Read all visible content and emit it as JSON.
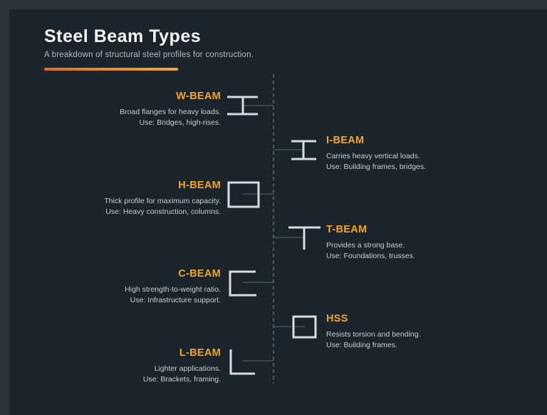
{
  "header": {
    "title": "Steel Beam Types",
    "subtitle": "A breakdown of structural steel profiles for construction."
  },
  "colors": {
    "outer_bg": "#2B333B",
    "panel_bg": "#1B232B",
    "accent": "#F1A622",
    "accent_bar_start": "#DD6F1D",
    "accent_bar_end": "#F6AB2E",
    "title_text": "#F3F5F7",
    "subtitle_text": "#B3BAC1",
    "body_text": "#C7CED4",
    "icon_stroke": "#D7DCE1",
    "connector_stroke": "#44535A",
    "spine_stroke": "#4D565E"
  },
  "diagram": {
    "spine_style": "vertical-dashed-timeline",
    "items": [
      {
        "label": "W-BEAM",
        "desc": "Broad flanges for heavy loads.",
        "use": "Use: Bridges, high-rises.",
        "side": "left",
        "icon": "w-beam-icon"
      },
      {
        "label": "I-BEAM",
        "desc": "Carries heavy vertical loads.",
        "use": "Use: Building frames, bridges.",
        "side": "right",
        "icon": "i-beam-icon"
      },
      {
        "label": "H-BEAM",
        "desc": "Thick profile for maximum capacity.",
        "use": "Use: Heavy construction, columns.",
        "side": "left",
        "icon": "h-beam-icon"
      },
      {
        "label": "T-BEAM",
        "desc": "Provides a strong base.",
        "use": "Use: Foundations, trusses.",
        "side": "right",
        "icon": "t-beam-icon"
      },
      {
        "label": "C-BEAM",
        "desc": "High strength-to-weight ratio.",
        "use": "Use: Infrastructure support.",
        "side": "left",
        "icon": "c-beam-icon"
      },
      {
        "label": "HSS",
        "desc": "Resists torsion and bending.",
        "use": "Use: Building frames.",
        "side": "right",
        "icon": "hss-icon"
      },
      {
        "label": "L-BEAM",
        "desc": "Lighter applications.",
        "use": "Use: Brackets, framing.",
        "side": "left",
        "icon": "l-beam-icon"
      }
    ]
  }
}
